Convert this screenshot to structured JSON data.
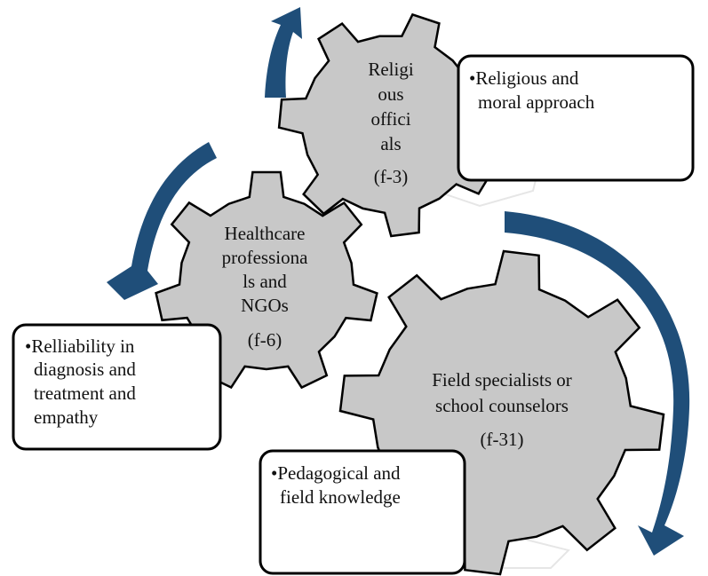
{
  "colors": {
    "gear_fill": "#c8c8c8",
    "gear_stroke": "#000000",
    "arrow": "#1f4e79",
    "box_fill": "#ffffff",
    "box_stroke": "#000000"
  },
  "gears": [
    {
      "id": "religious",
      "lines": [
        "Religi",
        "ous",
        "offici",
        "als"
      ],
      "freq": "(f-3)"
    },
    {
      "id": "healthcare",
      "lines": [
        "Healthcare",
        "professiona",
        "ls and",
        "NGOs"
      ],
      "freq": "(f-6)"
    },
    {
      "id": "field",
      "lines": [
        "Field specialists or",
        "school counselors"
      ],
      "freq": "(f-31)"
    }
  ],
  "boxes": [
    {
      "id": "religious",
      "lines": [
        "•Religious and",
        "moral approach"
      ]
    },
    {
      "id": "healthcare",
      "lines": [
        "•Relliability in",
        "diagnosis and",
        "treatment and",
        "empathy"
      ]
    },
    {
      "id": "field",
      "lines": [
        "•Pedagogical and",
        "field knowledge"
      ]
    }
  ],
  "arrows": [
    "arrow-up-to-religious",
    "arrow-down-to-healthcare",
    "arrow-down-to-field"
  ]
}
